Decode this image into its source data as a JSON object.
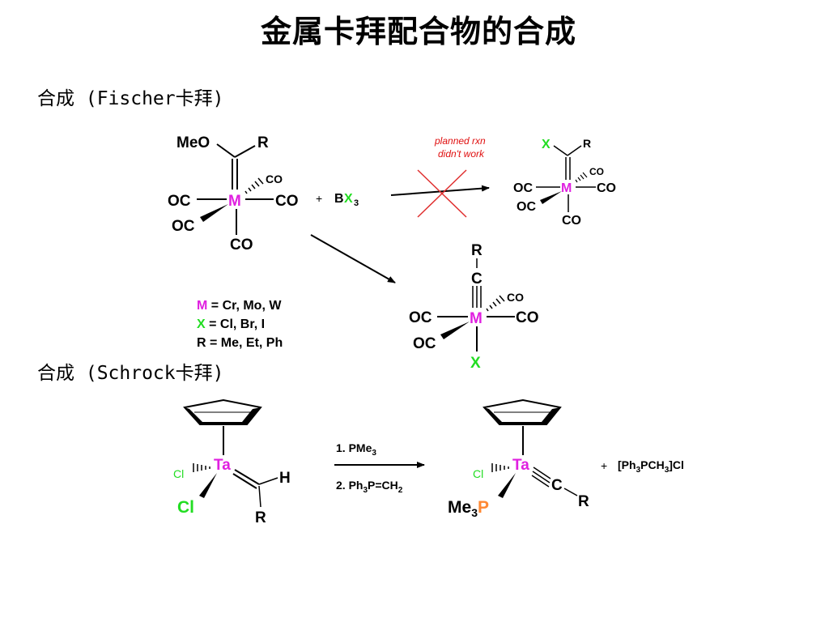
{
  "title": "金属卡拜配合物的合成",
  "colors": {
    "metal": "#e020e0",
    "halogen": "#22dd22",
    "phosphorus": "#ff8833",
    "failed_note": "#e01010",
    "cross": "#e03030"
  },
  "fischer": {
    "heading": "合成 (Fischer卡拜)",
    "reactant": {
      "meo": "MeO",
      "r": "R",
      "metal": "M",
      "co_top": "CO",
      "co_left": "OC",
      "co_right": "CO",
      "co_wedge": "OC",
      "co_bottom": "CO"
    },
    "reagent": {
      "plus": "+",
      "b": "B",
      "x": "X",
      "sub": "3"
    },
    "failed_note_line1": "planned rxn",
    "failed_note_line2": "didn't work",
    "planned_product": {
      "x": "X",
      "r": "R",
      "metal": "M",
      "co_top": "CO",
      "co_left": "OC",
      "co_right": "CO",
      "co_wedge": "OC",
      "co_bottom": "CO"
    },
    "actual_product": {
      "r": "R",
      "c": "C",
      "metal": "M",
      "co_top": "CO",
      "co_left": "OC",
      "co_right": "CO",
      "co_wedge": "OC",
      "x": "X"
    },
    "legend": {
      "m_symbol": "M",
      "m_text": " = Cr, Mo, W",
      "x_symbol": "X",
      "x_text": " = Cl, Br, I",
      "r_text": "R = Me, Et, Ph"
    }
  },
  "schrock": {
    "heading": "合成 (Schrock卡拜)",
    "reactant": {
      "metal": "Ta",
      "cl_small": "Cl",
      "cl_large": "Cl",
      "h": "H",
      "r": "R"
    },
    "step1_main": "1. PMe",
    "step1_sub": "3",
    "step2_a": "2. Ph",
    "step2_sub1": "3",
    "step2_b": "P=CH",
    "step2_sub2": "2",
    "product": {
      "metal": "Ta",
      "cl_small": "Cl",
      "c": "C",
      "r": "R",
      "me": "Me",
      "me_sub": "3",
      "p": "P"
    },
    "byproduct": {
      "plus": "+",
      "a": "[Ph",
      "sub1": "3",
      "b": "PCH",
      "sub2": "3",
      "c": "]Cl"
    }
  }
}
